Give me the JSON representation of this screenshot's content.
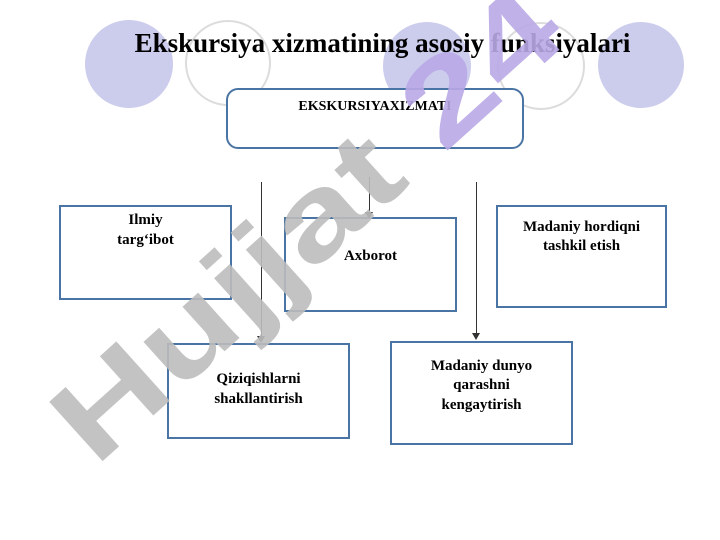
{
  "title": "Ekskursiya xizmatining asosiy funksiyalari",
  "diagram": {
    "root": "EKSKURSIYAXIZMATI",
    "nodes": {
      "ilmiy": "Ilmiy\ntarg‘ibot",
      "axborot": "Axborot",
      "madaniy_hordiq": "Madaniy hordiqni\ntashkil etish",
      "qiziqish": "Qiziqishlarni\nshakllantirish",
      "dunyo": "Madaniy dunyo\nqarashni\nkengaytirish"
    }
  },
  "watermark": "Hujjat 24",
  "colors": {
    "box_border": "#4a74a3",
    "circle_fill": "#cccced",
    "watermark_gray": "#bdbdbd",
    "watermark_purple": "#b9a9e6"
  }
}
